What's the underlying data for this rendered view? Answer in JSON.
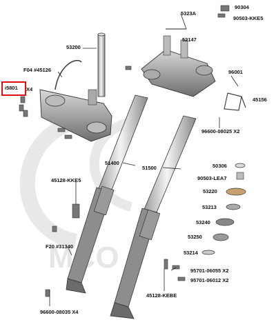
{
  "labels": {
    "p90304": "90304",
    "p90503kke5": "90503-KKE5",
    "p5323a": "5323A",
    "p52147": "52147",
    "p53200": "53200",
    "pf04": "F04 #45126",
    "p5801": "i5801",
    "x4_top": "X4",
    "p96001": "96001",
    "p45156": "45156",
    "p96600_08025": "96600-08025 X2",
    "p51400": "51400",
    "p51500": "51500",
    "p45128kke5": "45128-KKE5",
    "p50306": "50306",
    "p90503lea7": "90503-LEA7",
    "p53220": "53220",
    "p53213": "53213",
    "p53240": "53240",
    "p53250": "53250",
    "p53214": "53214",
    "pf20": "F20 #31340",
    "p95701_06055": "95701-06055 X2",
    "p95701_06012": "95701-06012 X2",
    "p96600_08035": "96600-08035 X4",
    "p45128kebe": "45128-KEBE"
  },
  "watermark": "MCO",
  "colors": {
    "highlight": "#e01010",
    "part_fill": "#c9c9c9",
    "part_dark": "#6b6b6b",
    "line": "#222222",
    "watermark": "#e6e6e6"
  }
}
